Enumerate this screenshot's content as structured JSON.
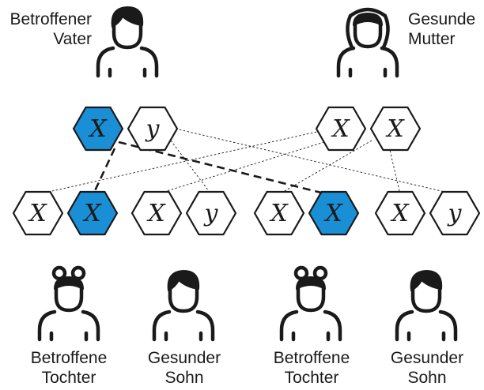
{
  "colors": {
    "affected": "#1a8fd6",
    "stroke": "#1a1a1a",
    "background": "#ffffff"
  },
  "parents": {
    "father": {
      "line1": "Betroffener",
      "line2": "Vater",
      "icon": "male-person-icon",
      "chromosomes": [
        {
          "letter": "X",
          "affected": true
        },
        {
          "letter": "y",
          "affected": false
        }
      ]
    },
    "mother": {
      "line1": "Gesunde",
      "line2": "Mutter",
      "icon": "female-person-icon",
      "chromosomes": [
        {
          "letter": "X",
          "affected": false
        },
        {
          "letter": "X",
          "affected": false
        }
      ]
    }
  },
  "children": [
    {
      "line1": "Betroffene",
      "line2": "Tochter",
      "icon": "girl-icon",
      "chromosomes": [
        {
          "letter": "X",
          "affected": false
        },
        {
          "letter": "X",
          "affected": true
        }
      ]
    },
    {
      "line1": "Gesunder",
      "line2": "Sohn",
      "icon": "boy-icon",
      "chromosomes": [
        {
          "letter": "X",
          "affected": false
        },
        {
          "letter": "y",
          "affected": false
        }
      ]
    },
    {
      "line1": "Betroffene",
      "line2": "Tochter",
      "icon": "girl-icon",
      "chromosomes": [
        {
          "letter": "X",
          "affected": false
        },
        {
          "letter": "X",
          "affected": true
        }
      ]
    },
    {
      "line1": "Gesunder",
      "line2": "Sohn",
      "icon": "boy-icon",
      "chromosomes": [
        {
          "letter": "X",
          "affected": false
        },
        {
          "letter": "y",
          "affected": false
        }
      ]
    }
  ]
}
